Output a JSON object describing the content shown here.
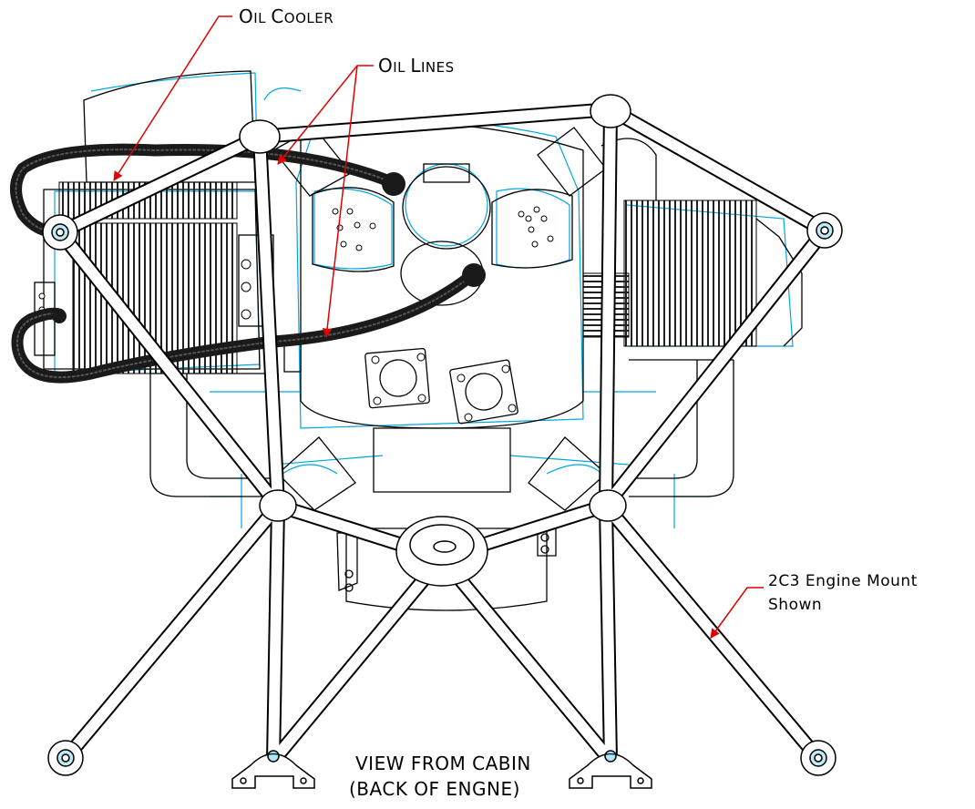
{
  "labels": {
    "oil_cooler": {
      "first": "O",
      "rest": "IL",
      "first2": "C",
      "rest2": "OOLER",
      "full": "Oil Cooler"
    },
    "oil_lines": {
      "first": "O",
      "rest": "IL",
      "first2": "L",
      "rest2": "INES",
      "full": "Oil Lines"
    },
    "engine_mount_line1": {
      "full": "2C3 Engine Mount"
    },
    "engine_mount_line2": {
      "full": "Shown"
    },
    "view_line1": "VIEW FROM CABIN",
    "view_line2": "(BACK OF ENGNE)"
  },
  "colors": {
    "outline": "#000000",
    "hidden_lines": "#00a8e0",
    "leader_arrows": "#e00000",
    "hose": "#1a1a1a"
  }
}
